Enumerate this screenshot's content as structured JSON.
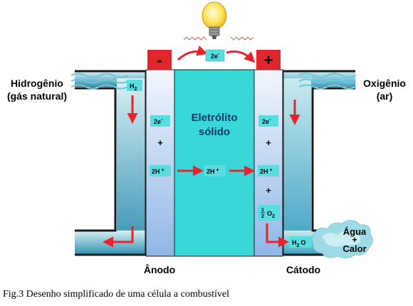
{
  "labels": {
    "fuel_line1": "Hidrogênio",
    "fuel_line2": "(gás natural)",
    "oxidant_line1": "Oxigênio",
    "oxidant_line2": "(ar)",
    "electrolyte_line1": "Eletrólito",
    "electrolyte_line2": "sólido",
    "anode": "Ânodo",
    "cathode": "Cátodo",
    "product_water": "Água",
    "product_plus": "+",
    "product_heat": "Calor"
  },
  "terminals": {
    "negative": "-",
    "positive": "+"
  },
  "species": {
    "h2": "H",
    "h2_sub": "2",
    "electrons": "2e",
    "electrons_sup": "-",
    "plus": "+",
    "protons": "2H",
    "protons_sup": "+",
    "half_num": "1",
    "half_den": "2",
    "o2": "O",
    "o2_sub": "2",
    "h2o_h": "H",
    "h2o_sub": "2",
    "h2o_o": "O"
  },
  "caption": "Fig.3 Desenho simplificado de uma célula a combustível",
  "colors": {
    "electrolyte": "#3ad7d9",
    "electrode": "#b8d2f0",
    "channel": "#7fc6d4",
    "wall": "#1a1a1a",
    "arrow": "#e8232c",
    "terminal": "#e0252c",
    "bulb": "#ffe45a"
  }
}
